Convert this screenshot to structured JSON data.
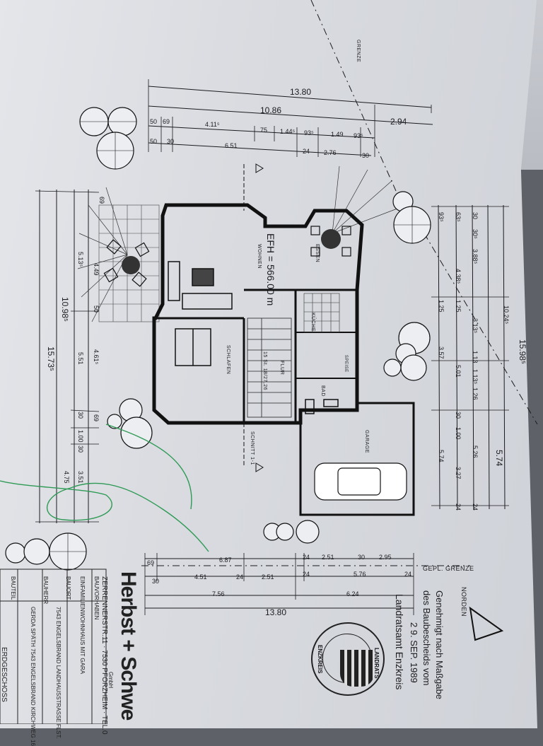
{
  "plan": {
    "top_dims": {
      "overall": "13.80",
      "line2": [
        "10.86",
        "2.94"
      ],
      "line3": [
        "50",
        "69",
        "4.11⁵",
        "75",
        "1.44⁵",
        "93⁵",
        "1.49",
        "93⁵"
      ],
      "line4": [
        "50",
        "30",
        "6.51",
        "24",
        "2.76",
        "30"
      ]
    },
    "left_dims": {
      "overall": "15.73⁵",
      "line2": "10.98⁵",
      "segments": [
        "69",
        "5.13⁵",
        "4.49",
        "50",
        "5.51",
        "4.61⁵",
        "30",
        "69",
        "1.00",
        "30",
        "3.51",
        "4.75"
      ]
    },
    "right_dims": {
      "overall": "15.98⁵",
      "line2": "10.24⁵",
      "segments": [
        "93⁵",
        "63⁵",
        "30",
        "30⁵",
        "3.88⁵",
        "4.38⁵",
        "1.25",
        "1.25",
        "3.13⁵",
        "1.13",
        "3.57",
        "5.01",
        "1.13⁵",
        "1.26",
        "30",
        "1.00",
        "5.74",
        "5.26",
        "3.27",
        "24",
        "24",
        "5.74"
      ]
    },
    "bottom_dims": {
      "overall": "13.80",
      "line2": [
        "7.56",
        "6.24"
      ],
      "line3": [
        "69",
        "6.87",
        "24",
        "2.51",
        "30",
        "2.95"
      ],
      "line4": [
        "30",
        "4.51",
        "24",
        "2.51",
        "24",
        "5.76",
        "24"
      ],
      "grenze_label": "GEPL. GRENZE"
    },
    "grenze_top": "GRENZE",
    "rooms": {
      "wohnen": "WOHNEN",
      "essen": "ESSEN",
      "kueche": "KÜCHE",
      "schlafen": "SCHLAFEN",
      "flur": "FLUR",
      "bad": "BAD",
      "garage": "GARAGE",
      "speise": "SPEISE",
      "stairs": "15 St. 18/27,26"
    },
    "efh": "EFH = 566.00 m",
    "schnitt": "SCHNITT 1-1",
    "north": "NORDEN"
  },
  "approval": {
    "line1": "Genehmigt nach Maßgabe",
    "line2": "des Baubescheids vom",
    "date": "2 9. SEP. 1989",
    "authority": "Landratsamt Enzkreis",
    "seal_top": "LANDRATS",
    "seal_bottom": "ENZKREIS"
  },
  "title_block": {
    "company": "Herbst + Schwe",
    "company_suffix": "GmbH",
    "address": "ZERRENNERSTR.11 · 7530 PFORZHEIM · TEL.0",
    "rows": [
      {
        "label": "BAUVORHABEN",
        "value": "EINFAMILIENWOHNHAUS MIT GARA"
      },
      {
        "label": "BAUORT",
        "value": "7543 ENGELSBRAND  LANDHAUSSTRASSE  FLST."
      },
      {
        "label": "BAUHERR",
        "value": "GERDA SPÄTH  7543 ENGELSBRAND  KIRCHWEG 16"
      },
      {
        "label": "BAUTEIL",
        "value": "ERDGESCHOSS"
      }
    ]
  }
}
